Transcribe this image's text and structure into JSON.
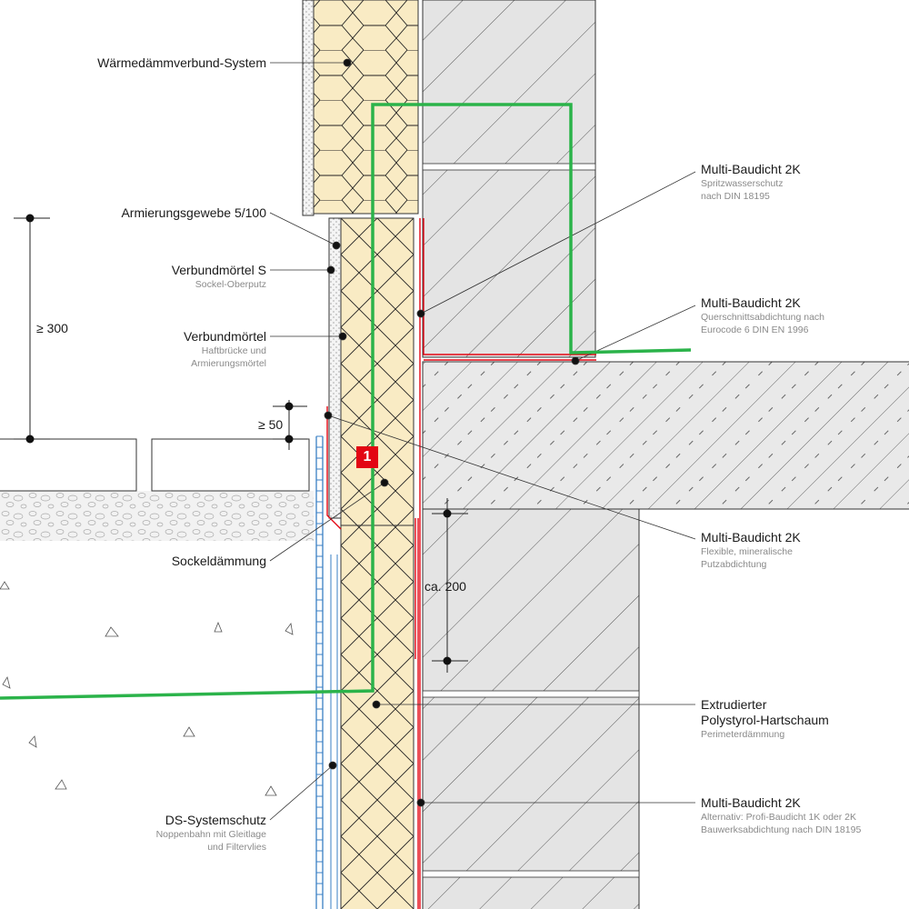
{
  "labels_left": [
    {
      "id": "wdvs",
      "title": "Wärmedämmverbund-System",
      "sub": []
    },
    {
      "id": "armierung",
      "title": "Armierungsgewebe 5/100",
      "sub": []
    },
    {
      "id": "verbund_s",
      "title": "Verbundmörtel S",
      "sub": [
        "Sockel-Oberputz"
      ]
    },
    {
      "id": "verbund",
      "title": "Verbundmörtel",
      "sub": [
        "Haftbrücke und",
        "Armierungsmörtel"
      ]
    },
    {
      "id": "sockel",
      "title": "Sockeldämmung",
      "sub": []
    },
    {
      "id": "ds",
      "title": "DS-Systemschutz",
      "sub": [
        "Noppenbahn mit Gleitlage",
        "und Filtervlies"
      ]
    }
  ],
  "labels_right": [
    {
      "id": "mb1",
      "title": "Multi-Baudicht 2K",
      "sub": [
        "Spritzwasserschutz",
        "nach DIN 18195"
      ]
    },
    {
      "id": "mb2",
      "title": "Multi-Baudicht 2K",
      "sub": [
        "Querschnittsabdichtung nach",
        "Eurocode 6 DIN EN 1996"
      ]
    },
    {
      "id": "mb3",
      "title": "Multi-Baudicht 2K",
      "sub": [
        "Flexible, mineralische",
        "Putzabdichtung"
      ]
    },
    {
      "id": "xps",
      "title": "Extrudierter Polystyrol-Hartschaum",
      "title_lines": [
        "Extrudierter",
        "Polystyrol-Hartschaum"
      ],
      "sub": [
        "Perimeterdämmung"
      ]
    },
    {
      "id": "mb4",
      "title": "Multi-Baudicht 2K",
      "sub": [
        "Alternativ: Profi-Baudicht 1K oder 2K",
        "Bauwerksabdichtung nach DIN 18195"
      ]
    }
  ],
  "dimensions": {
    "d300": "≥ 300",
    "d50": "≥ 50",
    "d200": "ca. 200"
  },
  "marker": "1",
  "colors": {
    "green": "#2bb34a",
    "red": "#e30613",
    "insulation": "#f9ebc4",
    "masonry": "#e4e4e4",
    "blue": "#3a7fc4"
  }
}
